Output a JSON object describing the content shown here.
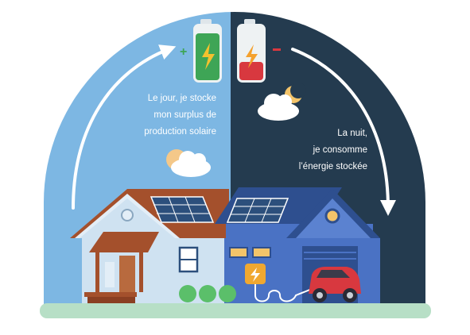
{
  "day": {
    "lines": [
      "Le jour, je stocke",
      "mon surplus de",
      "production solaire"
    ],
    "sky_color": "#7db7e3"
  },
  "night": {
    "lines": [
      "La nuit,",
      "je consomme",
      "l’énergie stockée"
    ],
    "sky_color": "#243b4f"
  },
  "battery_full": {
    "icon": "battery-full-icon",
    "sign": "+",
    "level": 1.0,
    "color": "#3ea556"
  },
  "battery_empty": {
    "icon": "battery-low-icon",
    "sign": "−",
    "level": 0.45,
    "color": "#d8383f"
  }
}
